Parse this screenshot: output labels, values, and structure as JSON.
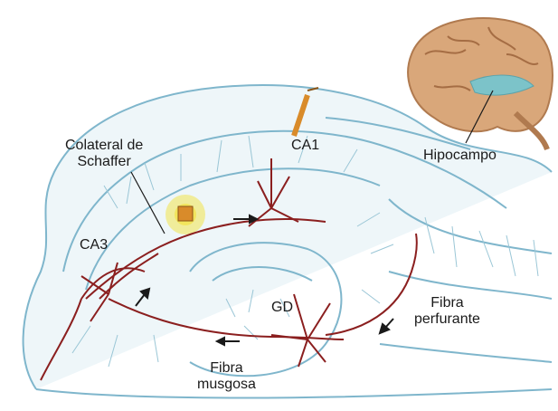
{
  "labels": {
    "schaffer_line1": "Colateral de",
    "schaffer_line2": "Schaffer",
    "ca1": "CA1",
    "ca3": "CA3",
    "hipocampo": "Hipocampo",
    "gd": "GD",
    "fibra_perfurante_line1": "Fibra",
    "fibra_perfurante_line2": "perfurante",
    "fibra_musgosa_line1": "Fibra",
    "fibra_musgosa_line2": "musgosa"
  },
  "colors": {
    "tissue": "#7fb6cc",
    "tissue_fill": "#e7f2f6",
    "neuron": "#8b1f1f",
    "brain": "#d9a77a",
    "brain_shade": "#b07a4f",
    "hippocampus_highlight": "#7cc3c9",
    "electrode_glow": "#f3e34c",
    "electrode": "#d98b2a"
  }
}
